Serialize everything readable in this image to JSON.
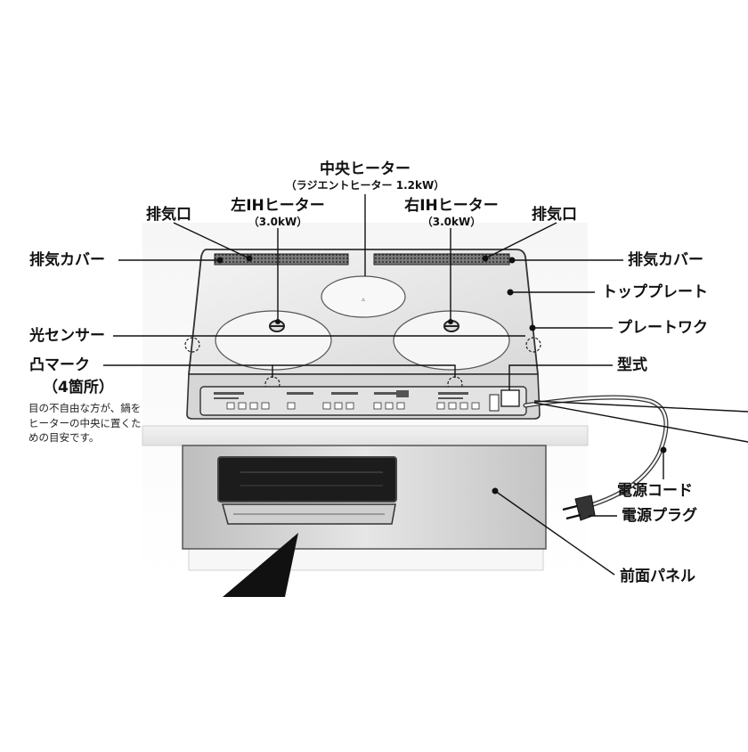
{
  "labels": {
    "center_heater": "中央ヒーター",
    "center_heater_spec": "（ラジエントヒーター 1.2kW）",
    "left_ih": "左IHヒーター",
    "left_ih_spec": "（3.0kW）",
    "right_ih": "右IHヒーター",
    "right_ih_spec": "（3.0kW）",
    "exhaust_port_left": "排気口",
    "exhaust_port_right": "排気口",
    "exhaust_cover_left": "排気カバー",
    "exhaust_cover_right": "排気カバー",
    "top_plate": "トッププレート",
    "plate_work": "プレートワク",
    "light_sensor": "光センサー",
    "bump_mark": "凸マーク",
    "bump_mark_count": "（4箇所）",
    "bump_mark_note": "目の不自由な方が、鍋をヒーターの中央に置くための目安です。",
    "model": "型式",
    "power_cord": "電源コード",
    "power_plug": "電源プラグ",
    "front_panel": "前面パネル"
  },
  "colors": {
    "outline": "#222222",
    "plate_light": "#eeeeee",
    "plate_dark": "#cfcfcf",
    "grill": "#4a4a4a",
    "panel": "#dcdcdc"
  }
}
